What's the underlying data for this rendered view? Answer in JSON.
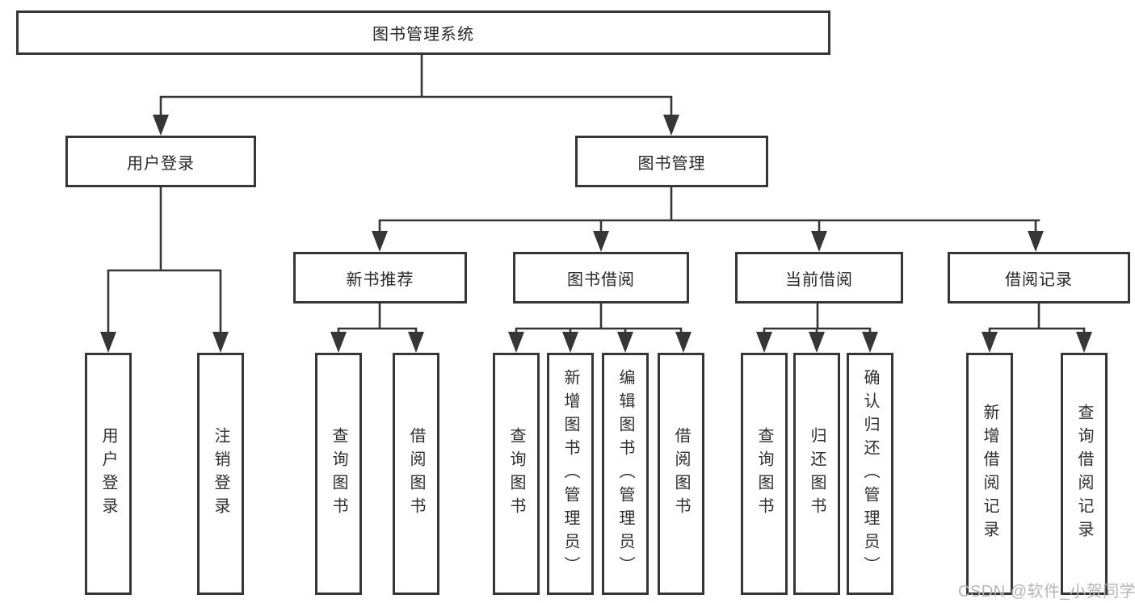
{
  "tree": {
    "root": {
      "label": "图书管理系统"
    },
    "branches": [
      {
        "label": "用户登录",
        "children": [
          {
            "label": "用户登录"
          },
          {
            "label": "注销登录"
          }
        ]
      },
      {
        "label": "图书管理",
        "children": [
          {
            "label": "新书推荐",
            "children": [
              {
                "label": "查询图书"
              },
              {
                "label": "借阅图书"
              }
            ]
          },
          {
            "label": "图书借阅",
            "children": [
              {
                "label": "查询图书"
              },
              {
                "label": "新增图书（管理员）"
              },
              {
                "label": "编辑图书（管理员）"
              },
              {
                "label": "借阅图书"
              }
            ]
          },
          {
            "label": "当前借阅",
            "children": [
              {
                "label": "查询图书"
              },
              {
                "label": "归还图书"
              },
              {
                "label": "确认归还（管理员）"
              }
            ]
          },
          {
            "label": "借阅记录",
            "children": [
              {
                "label": "新增借阅记录"
              },
              {
                "label": "查询借阅记录"
              }
            ]
          }
        ]
      }
    ]
  },
  "watermark": {
    "text": "CSDN @软件_小贺同学"
  },
  "colors": {
    "line": "#363636",
    "box_border": "#363636",
    "box_fill": "#ffffff",
    "text": "#262626",
    "watermark": "#b5b5b5",
    "background": "#ffffff"
  }
}
